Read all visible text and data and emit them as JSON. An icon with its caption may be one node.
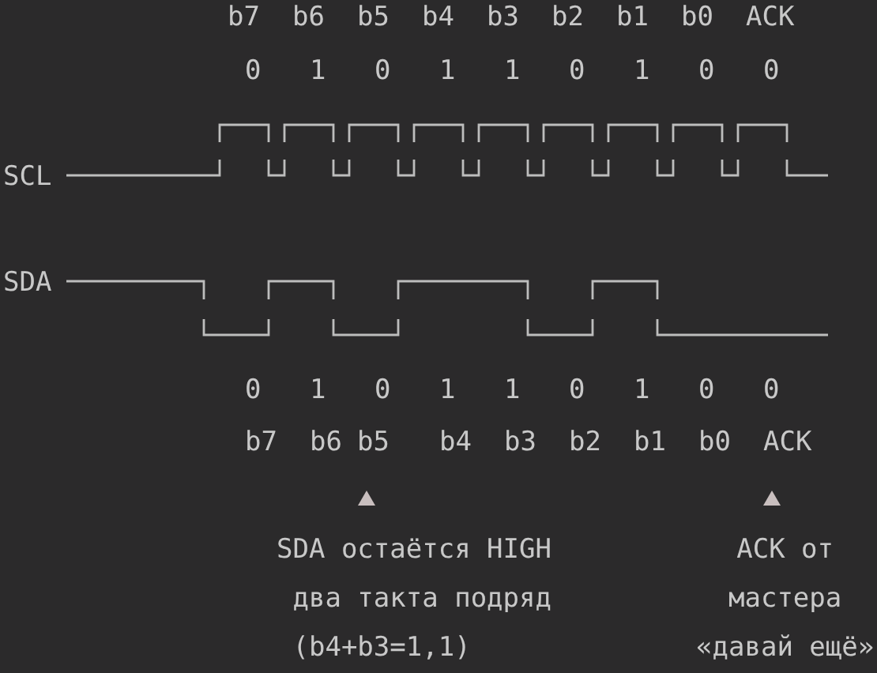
{
  "diagram": {
    "labels": [
      "b7",
      "b6",
      "b5",
      "b4",
      "b3",
      "b2",
      "b1",
      "b0",
      "ACK",
      "0",
      "1",
      "0",
      "1",
      "1",
      "0",
      "1",
      "0",
      "0",
      "SCL",
      "SDA",
      "0",
      "1",
      "0",
      "1",
      "1",
      "0",
      "1",
      "0",
      "0",
      "b7",
      "b6",
      "b5",
      "b4",
      "b3",
      "b2",
      "b1",
      "b0",
      "ACK",
      "SDA остаётся HIGH два такта подряд (b4+b3=1,1)",
      "ACK от мастера «давай ещё»"
    ]
  }
}
